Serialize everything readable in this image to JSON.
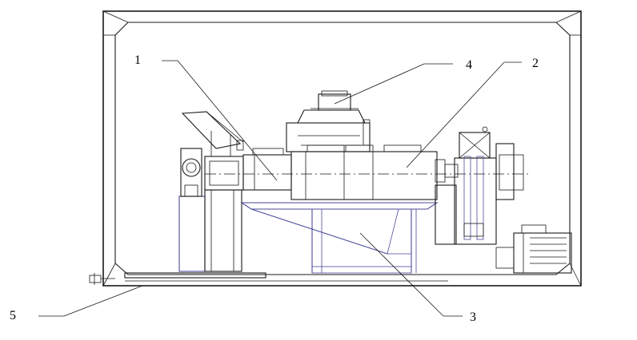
{
  "callouts": [
    {
      "id": "1",
      "label": "1"
    },
    {
      "id": "2",
      "label": "2"
    },
    {
      "id": "3",
      "label": "3"
    },
    {
      "id": "4",
      "label": "4"
    },
    {
      "id": "5",
      "label": "5"
    }
  ],
  "colors": {
    "outline": "#1a1a1a",
    "frame_lines": "#4a4a9a",
    "background": "#ffffff"
  }
}
